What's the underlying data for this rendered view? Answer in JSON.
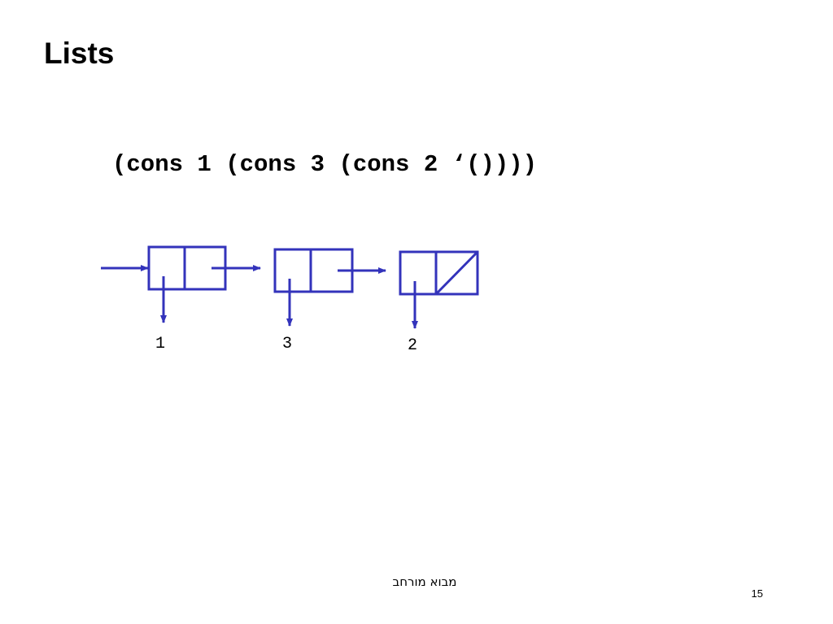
{
  "slide": {
    "title": "Lists",
    "code": "(cons 1 (cons 3 (cons 2 ‘())))",
    "footer": "מבוא מורחב",
    "page_number": "15"
  },
  "diagram": {
    "stroke_color": "#3333bb",
    "cells": [
      {
        "value": "1",
        "cdr": "pointer"
      },
      {
        "value": "3",
        "cdr": "pointer"
      },
      {
        "value": "2",
        "cdr": "null-slash"
      }
    ]
  }
}
